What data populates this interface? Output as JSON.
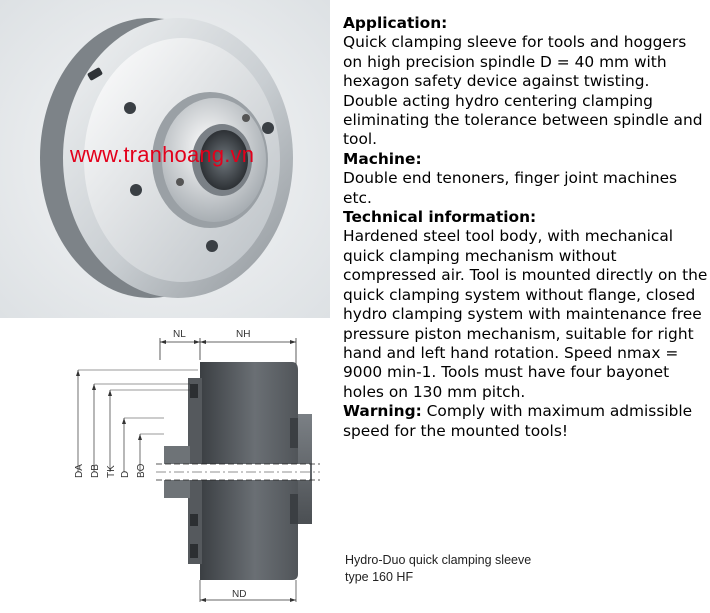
{
  "watermark": "www.tranhoang.vn",
  "description": {
    "application_heading": "Application:",
    "application_text": "Quick clamping sleeve for tools and hoggers on high precision spindle D = 40 mm with hexagon safety device against twisting. Double acting hydro centering clamping eliminating the tolerance between spindle and tool.",
    "machine_heading": "Machine:",
    "machine_text": "Double end tenoners, finger joint machines etc.",
    "technical_heading": "Technical information:",
    "technical_text": "Hardened steel tool body, with mechanical quick clamping mechanism without compressed air. Tool is mounted directly on the quick clamping system without flange, closed hydro clamping system with maintenance free pressure piston mechanism, suitable for right hand and left hand rotation. Speed nmax = 9000 min-1. Tools must have four bayonet holes on 130 mm pitch.",
    "warning_heading": "Warning:",
    "warning_text": " Comply with maximum admissible speed for the mounted tools!"
  },
  "drawing_labels": {
    "nl": "NL",
    "nh": "NH",
    "da": "DA",
    "db": "DB",
    "tk": "TK",
    "d": "D",
    "bo": "BO",
    "nd": "ND"
  },
  "caption": {
    "line1": "Hydro-Duo quick clamping sleeve",
    "line2": "type 160 HF"
  }
}
